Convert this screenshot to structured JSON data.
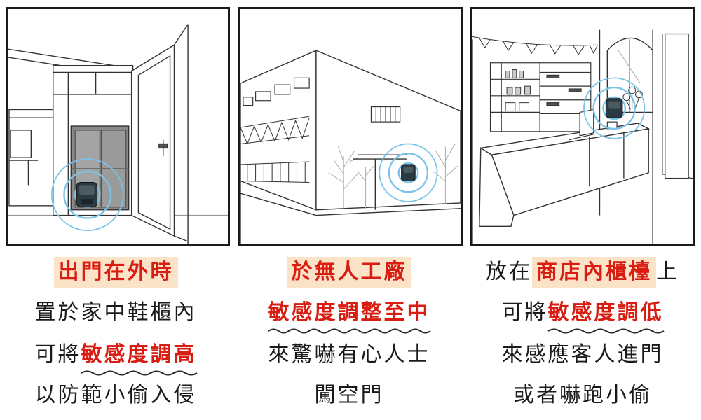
{
  "panels": [
    {
      "scene": "home-shoe-cabinet",
      "caption": {
        "heading": "出門在外時",
        "line2": "置於家中鞋櫃內",
        "line3_prefix": "可將",
        "line3_highlight": "敏感度調高",
        "line4": "以防範小偷入侵"
      }
    },
    {
      "scene": "unmanned-factory",
      "caption": {
        "heading": "於無人工廠",
        "line2_highlight": "敏感度調整至中",
        "line3": "來驚嚇有心人士",
        "line4": "闖空門"
      }
    },
    {
      "scene": "shop-counter",
      "caption": {
        "line1_prefix": "放在",
        "line1_highlight": "商店內櫃檯",
        "line1_suffix": "上",
        "line2_prefix": "可將",
        "line2_highlight": "敏感度調低",
        "line3": "來感應客人進門",
        "line4": "或者嚇跑小偷"
      }
    }
  ],
  "colors": {
    "highlight_text": "#d91d12",
    "highlight_bg": "#fbe3c7",
    "wave_underline": "#2a2a2a",
    "signal_rings": "#7cc3ea",
    "line_art": "#333333"
  }
}
